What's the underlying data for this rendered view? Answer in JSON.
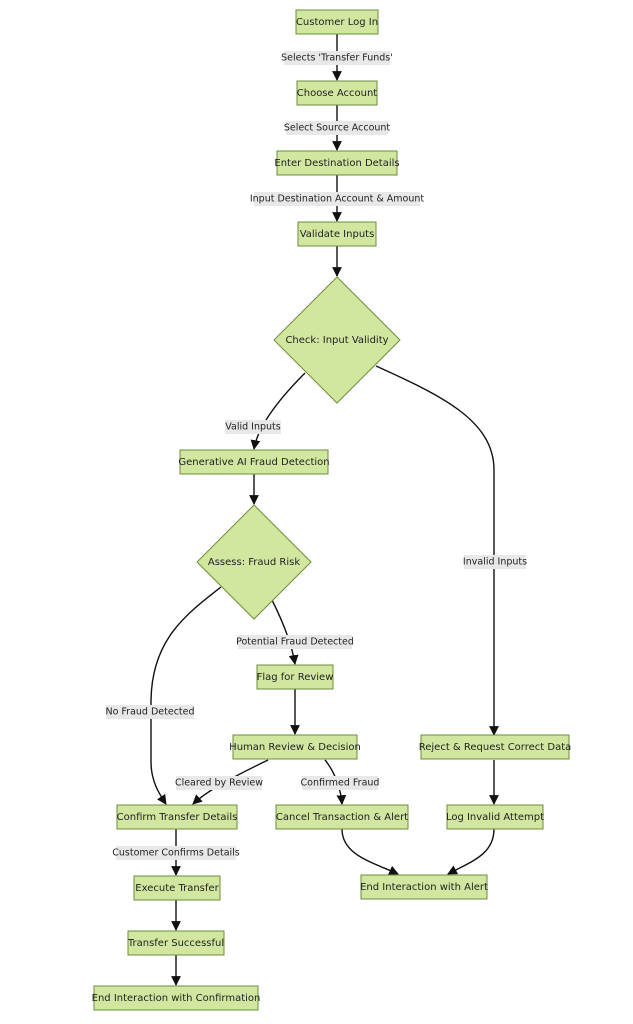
{
  "nodes": {
    "login": "Customer Log In",
    "choose": "Choose Account",
    "dest": "Enter Destination Details",
    "validate": "Validate Inputs",
    "check": "Check: Input Validity",
    "fraud_ai": "Generative AI Fraud Detection",
    "assess": "Assess: Fraud Risk",
    "flag": "Flag for Review",
    "human": "Human Review & Decision",
    "reject": "Reject & Request Correct Data",
    "confirm": "Confirm Transfer Details",
    "cancel": "Cancel Transaction & Alert",
    "log": "Log Invalid Attempt",
    "execute": "Execute Transfer",
    "end_alert": "End Interaction with Alert",
    "success": "Transfer Successful",
    "end_confirm": "End Interaction with Confirmation"
  },
  "edges": {
    "selects": "Selects 'Transfer Funds'",
    "source": "Select Source Account",
    "input_dest": "Input Destination Account & Amount",
    "valid": "Valid Inputs",
    "invalid": "Invalid Inputs",
    "potential": "Potential Fraud Detected",
    "no_fraud": "No Fraud Detected",
    "cleared": "Cleared by Review",
    "confirmed_fraud": "Confirmed Fraud",
    "customer_confirms": "Customer Confirms Details"
  },
  "colors": {
    "node_fill": "#d1e7a0",
    "node_stroke": "#6b8e3a",
    "edge": "#111111",
    "label_bg": "#e8e8e8"
  }
}
